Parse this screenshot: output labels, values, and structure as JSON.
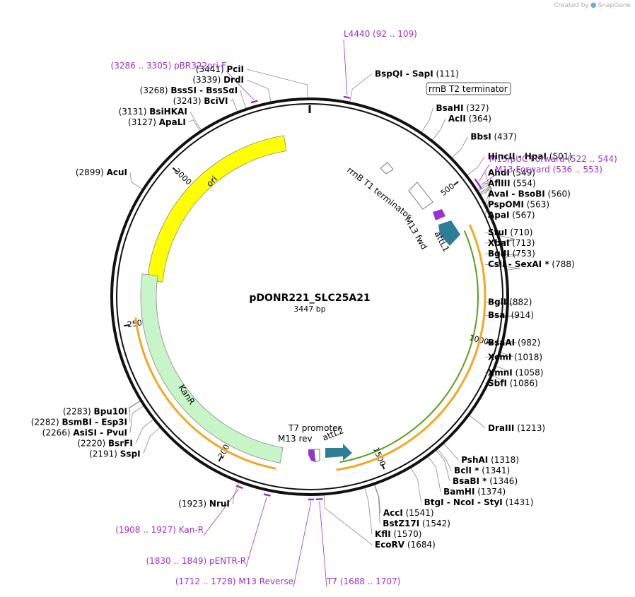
{
  "credit": {
    "prefix": "Created by",
    "brand": "SnapGene"
  },
  "plasmid": {
    "name": "pDONR221_SLC25A21",
    "size": "3447 bp",
    "length": 3447
  },
  "ticks": [
    "500",
    "1000",
    "1500",
    "2000",
    "2500",
    "3000"
  ],
  "enzymes": [
    {
      "pos": 3441,
      "text": "PciI",
      "pre": "(3441)"
    },
    {
      "pos": 111,
      "text": "BspQI  -  SapI",
      "post": "(111)"
    },
    {
      "pos": 3339,
      "text": "DrdI",
      "pre": "(3339)"
    },
    {
      "pos": 3268,
      "text": "BssSI  -  BssSαI",
      "pre": "(3268)"
    },
    {
      "pos": 3243,
      "text": "BciVI",
      "pre": "(3243)"
    },
    {
      "pos": 3131,
      "text": "BsiHKAI",
      "pre": "(3131)"
    },
    {
      "pos": 3127,
      "text": "ApaLI",
      "pre": "(3127)"
    },
    {
      "pos": 2899,
      "text": "AcuI",
      "pre": "(2899)"
    },
    {
      "pos": 327,
      "text": "BsaHI",
      "post": "(327)"
    },
    {
      "pos": 364,
      "text": "AclI",
      "post": "(364)"
    },
    {
      "pos": 437,
      "text": "BbsI",
      "post": "(437)"
    },
    {
      "pos": 501,
      "text": "HincII  -  HpaI",
      "post": "(501)"
    },
    {
      "pos": 549,
      "text": "AhdI",
      "post": "(549)"
    },
    {
      "pos": 554,
      "text": "AflIII",
      "post": "(554)"
    },
    {
      "pos": 560,
      "text": "AvaI  -  BsoBI",
      "post": "(560)"
    },
    {
      "pos": 563,
      "text": "PspOMI",
      "post": "(563)"
    },
    {
      "pos": 567,
      "text": "ApaI",
      "post": "(567)"
    },
    {
      "pos": 710,
      "text": "StuI",
      "post": "(710)"
    },
    {
      "pos": 713,
      "text": "XbaI",
      "post": "(713)"
    },
    {
      "pos": 753,
      "text": "BglII",
      "post": "(753)"
    },
    {
      "pos": 788,
      "text": "CsiI  -  SexAI *",
      "post": "(788)"
    },
    {
      "pos": 882,
      "text": "BglI",
      "post": "(882)"
    },
    {
      "pos": 914,
      "text": "BsaI",
      "post": "(914)"
    },
    {
      "pos": 982,
      "text": "BsaAI",
      "post": "(982)"
    },
    {
      "pos": 1018,
      "text": "XcmI",
      "post": "(1018)"
    },
    {
      "pos": 1058,
      "text": "XmnI",
      "post": "(1058)"
    },
    {
      "pos": 1086,
      "text": "SbfI",
      "post": "(1086)"
    },
    {
      "pos": 1213,
      "text": "DraIII",
      "post": "(1213)"
    },
    {
      "pos": 1318,
      "text": "PshAI",
      "post": "(1318)"
    },
    {
      "pos": 1341,
      "text": "BclI *",
      "post": "(1341)"
    },
    {
      "pos": 1346,
      "text": "BsaBI *",
      "post": "(1346)"
    },
    {
      "pos": 1374,
      "text": "BamHI",
      "post": "(1374)"
    },
    {
      "pos": 1431,
      "text": "BtgI  -  NcoI  -  StyI",
      "post": "(1431)"
    },
    {
      "pos": 1541,
      "text": "AccI",
      "post": "(1541)"
    },
    {
      "pos": 1542,
      "text": "BstZ17I",
      "post": "(1542)"
    },
    {
      "pos": 1570,
      "text": "KflI",
      "post": "(1570)"
    },
    {
      "pos": 1684,
      "text": "EcoRV",
      "post": "(1684)"
    },
    {
      "pos": 1923,
      "text": "NruI",
      "pre": "(1923)"
    },
    {
      "pos": 2191,
      "text": "SspI",
      "pre": "(2191)"
    },
    {
      "pos": 2220,
      "text": "BsrFI",
      "pre": "(2220)"
    },
    {
      "pos": 2266,
      "text": "AsiSI  -  PvuI",
      "pre": "(2266)"
    },
    {
      "pos": 2282,
      "text": "BsmBI  -  Esp3I",
      "pre": "(2282)"
    },
    {
      "pos": 2283,
      "text": "Bpu10I",
      "pre": "(2283)"
    }
  ],
  "primers": [
    {
      "name": "L4440",
      "range": "(92 .. 109)",
      "start": 92,
      "end": 109
    },
    {
      "name": "pBR322ori-F",
      "range": "(3286 .. 3305)",
      "start": 3286,
      "end": 3305
    },
    {
      "name": "M13/pUC Forward",
      "range": "(522 .. 544)",
      "start": 522,
      "end": 544
    },
    {
      "name": "M13 Forward",
      "range": "(536 .. 553)",
      "start": 536,
      "end": 553
    },
    {
      "name": "Kan-R",
      "range": "(1908 .. 1927)",
      "start": 1908,
      "end": 1927
    },
    {
      "name": "pENTR-R",
      "range": "(1830 .. 1849)",
      "start": 1830,
      "end": 1849
    },
    {
      "name": "M13 Reverse",
      "range": "(1712 .. 1728)",
      "start": 1712,
      "end": 1728
    },
    {
      "name": "T7",
      "range": "(1688 .. 1707)",
      "start": 1688,
      "end": 1707
    }
  ],
  "features": {
    "rrnb_t2": "rrnB T2 terminator",
    "rrnb_t1": "rrnB T1 terminator",
    "m13_fwd": "M13 fwd",
    "attl1": "attL1",
    "t7_promoter": "T7 promoter",
    "m13_rev": "M13 rev",
    "attl2": "attL2",
    "ori": "ori",
    "kanr": "KanR"
  },
  "colors": {
    "ori": "#ffff00",
    "kanr": "#c8f5c8",
    "attl": "#2e7d96",
    "primer": "#9a32cd",
    "orange": "#f5a623",
    "green": "#5a9e1c"
  }
}
